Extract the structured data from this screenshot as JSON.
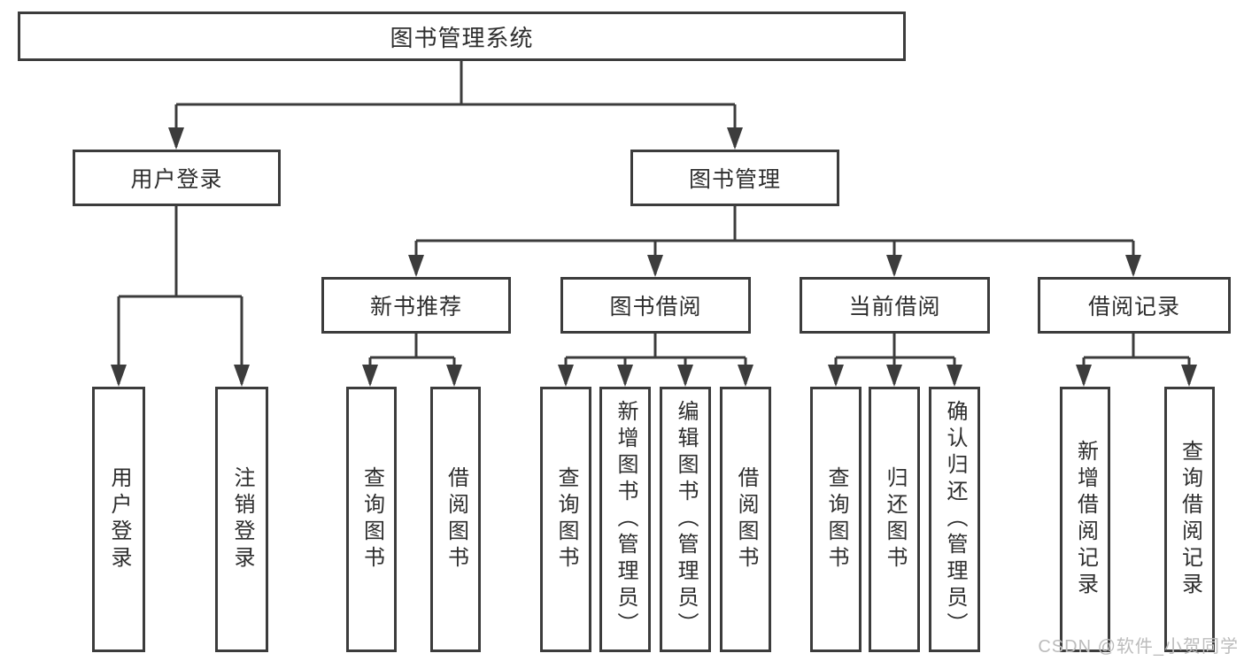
{
  "colors": {
    "line": "#3c3c3c",
    "box_border": "#3c3c3c",
    "box_background": "#ffffff",
    "text": "#2e2e2e",
    "watermark": "#bcbcbc"
  },
  "tree": {
    "root": {
      "label": "图书管理系统"
    },
    "branches": [
      {
        "label": "用户登录",
        "children": [
          {
            "label": "用户登录"
          },
          {
            "label": "注销登录"
          }
        ]
      },
      {
        "label": "图书管理",
        "children": [
          {
            "label": "新书推荐",
            "children": [
              {
                "label": "查询图书"
              },
              {
                "label": "借阅图书"
              }
            ]
          },
          {
            "label": "图书借阅",
            "children": [
              {
                "label": "查询图书"
              },
              {
                "label": "新增图书（管理员）"
              },
              {
                "label": "编辑图书（管理员）"
              },
              {
                "label": "借阅图书"
              }
            ]
          },
          {
            "label": "当前借阅",
            "children": [
              {
                "label": "查询图书"
              },
              {
                "label": "归还图书"
              },
              {
                "label": "确认归还（管理员）"
              }
            ]
          },
          {
            "label": "借阅记录",
            "children": [
              {
                "label": "新增借阅记录"
              },
              {
                "label": "查询借阅记录"
              }
            ]
          }
        ]
      }
    ]
  },
  "watermark": {
    "text": "CSDN @软件_小贺同学"
  }
}
